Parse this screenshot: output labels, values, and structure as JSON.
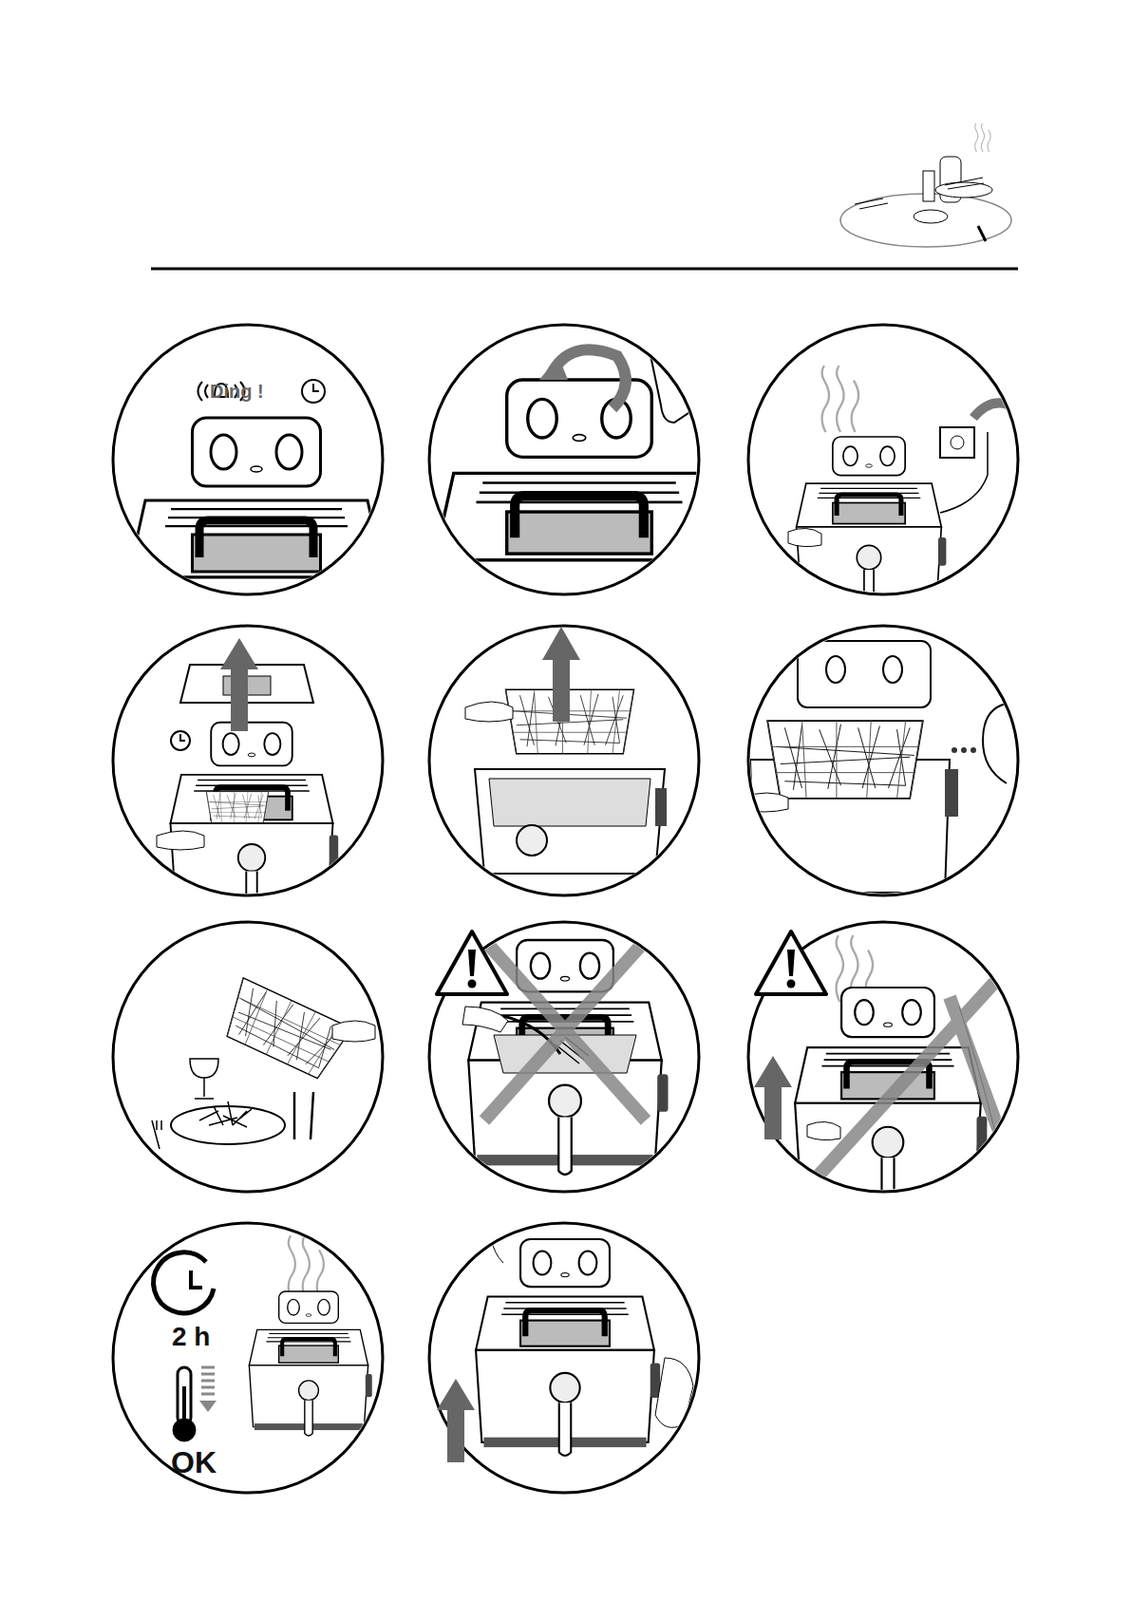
{
  "diagram": {
    "labels": [
      "Ding !",
      "2 h",
      "OK"
    ]
  }
}
